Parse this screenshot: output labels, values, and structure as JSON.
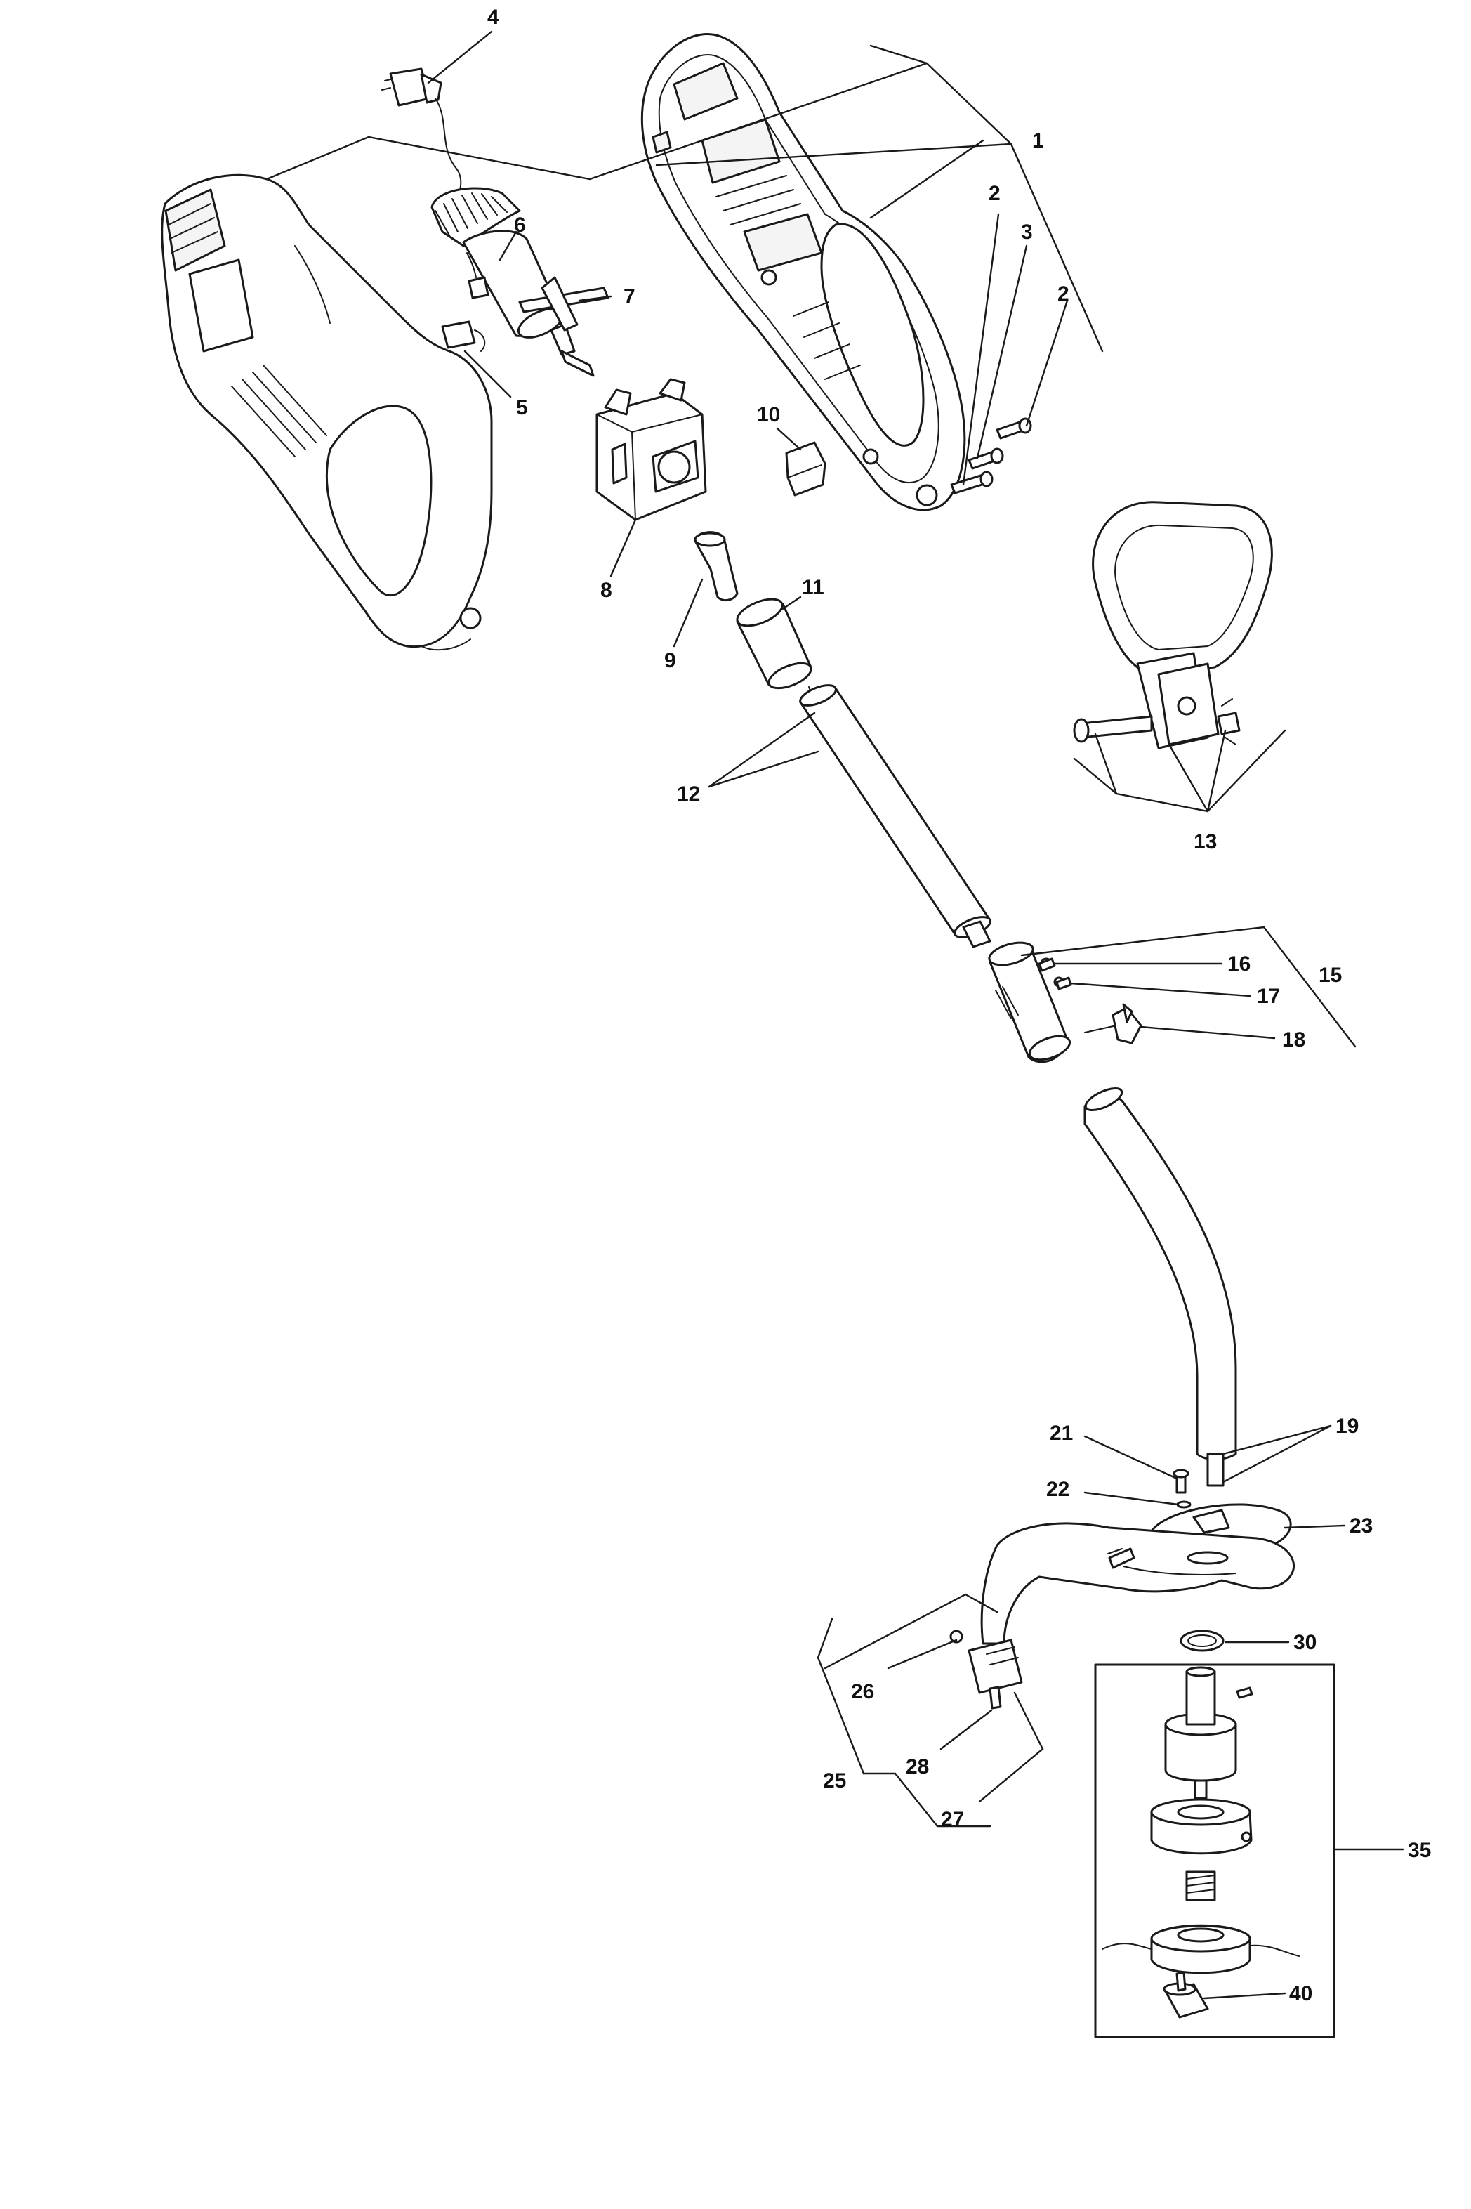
{
  "callouts": [
    {
      "id": "1",
      "label": "1"
    },
    {
      "id": "2a",
      "label": "2"
    },
    {
      "id": "2b",
      "label": "2"
    },
    {
      "id": "3",
      "label": "3"
    },
    {
      "id": "4",
      "label": "4"
    },
    {
      "id": "5",
      "label": "5"
    },
    {
      "id": "6",
      "label": "6"
    },
    {
      "id": "7",
      "label": "7"
    },
    {
      "id": "8",
      "label": "8"
    },
    {
      "id": "9",
      "label": "9"
    },
    {
      "id": "10",
      "label": "10"
    },
    {
      "id": "11",
      "label": "11"
    },
    {
      "id": "12",
      "label": "12"
    },
    {
      "id": "13",
      "label": "13"
    },
    {
      "id": "15",
      "label": "15"
    },
    {
      "id": "16",
      "label": "16"
    },
    {
      "id": "17",
      "label": "17"
    },
    {
      "id": "18",
      "label": "18"
    },
    {
      "id": "19",
      "label": "19"
    },
    {
      "id": "21",
      "label": "21"
    },
    {
      "id": "22",
      "label": "22"
    },
    {
      "id": "23",
      "label": "23"
    },
    {
      "id": "25",
      "label": "25"
    },
    {
      "id": "26",
      "label": "26"
    },
    {
      "id": "27",
      "label": "27"
    },
    {
      "id": "28",
      "label": "28"
    },
    {
      "id": "30",
      "label": "30"
    },
    {
      "id": "35",
      "label": "35"
    },
    {
      "id": "40",
      "label": "40"
    }
  ]
}
